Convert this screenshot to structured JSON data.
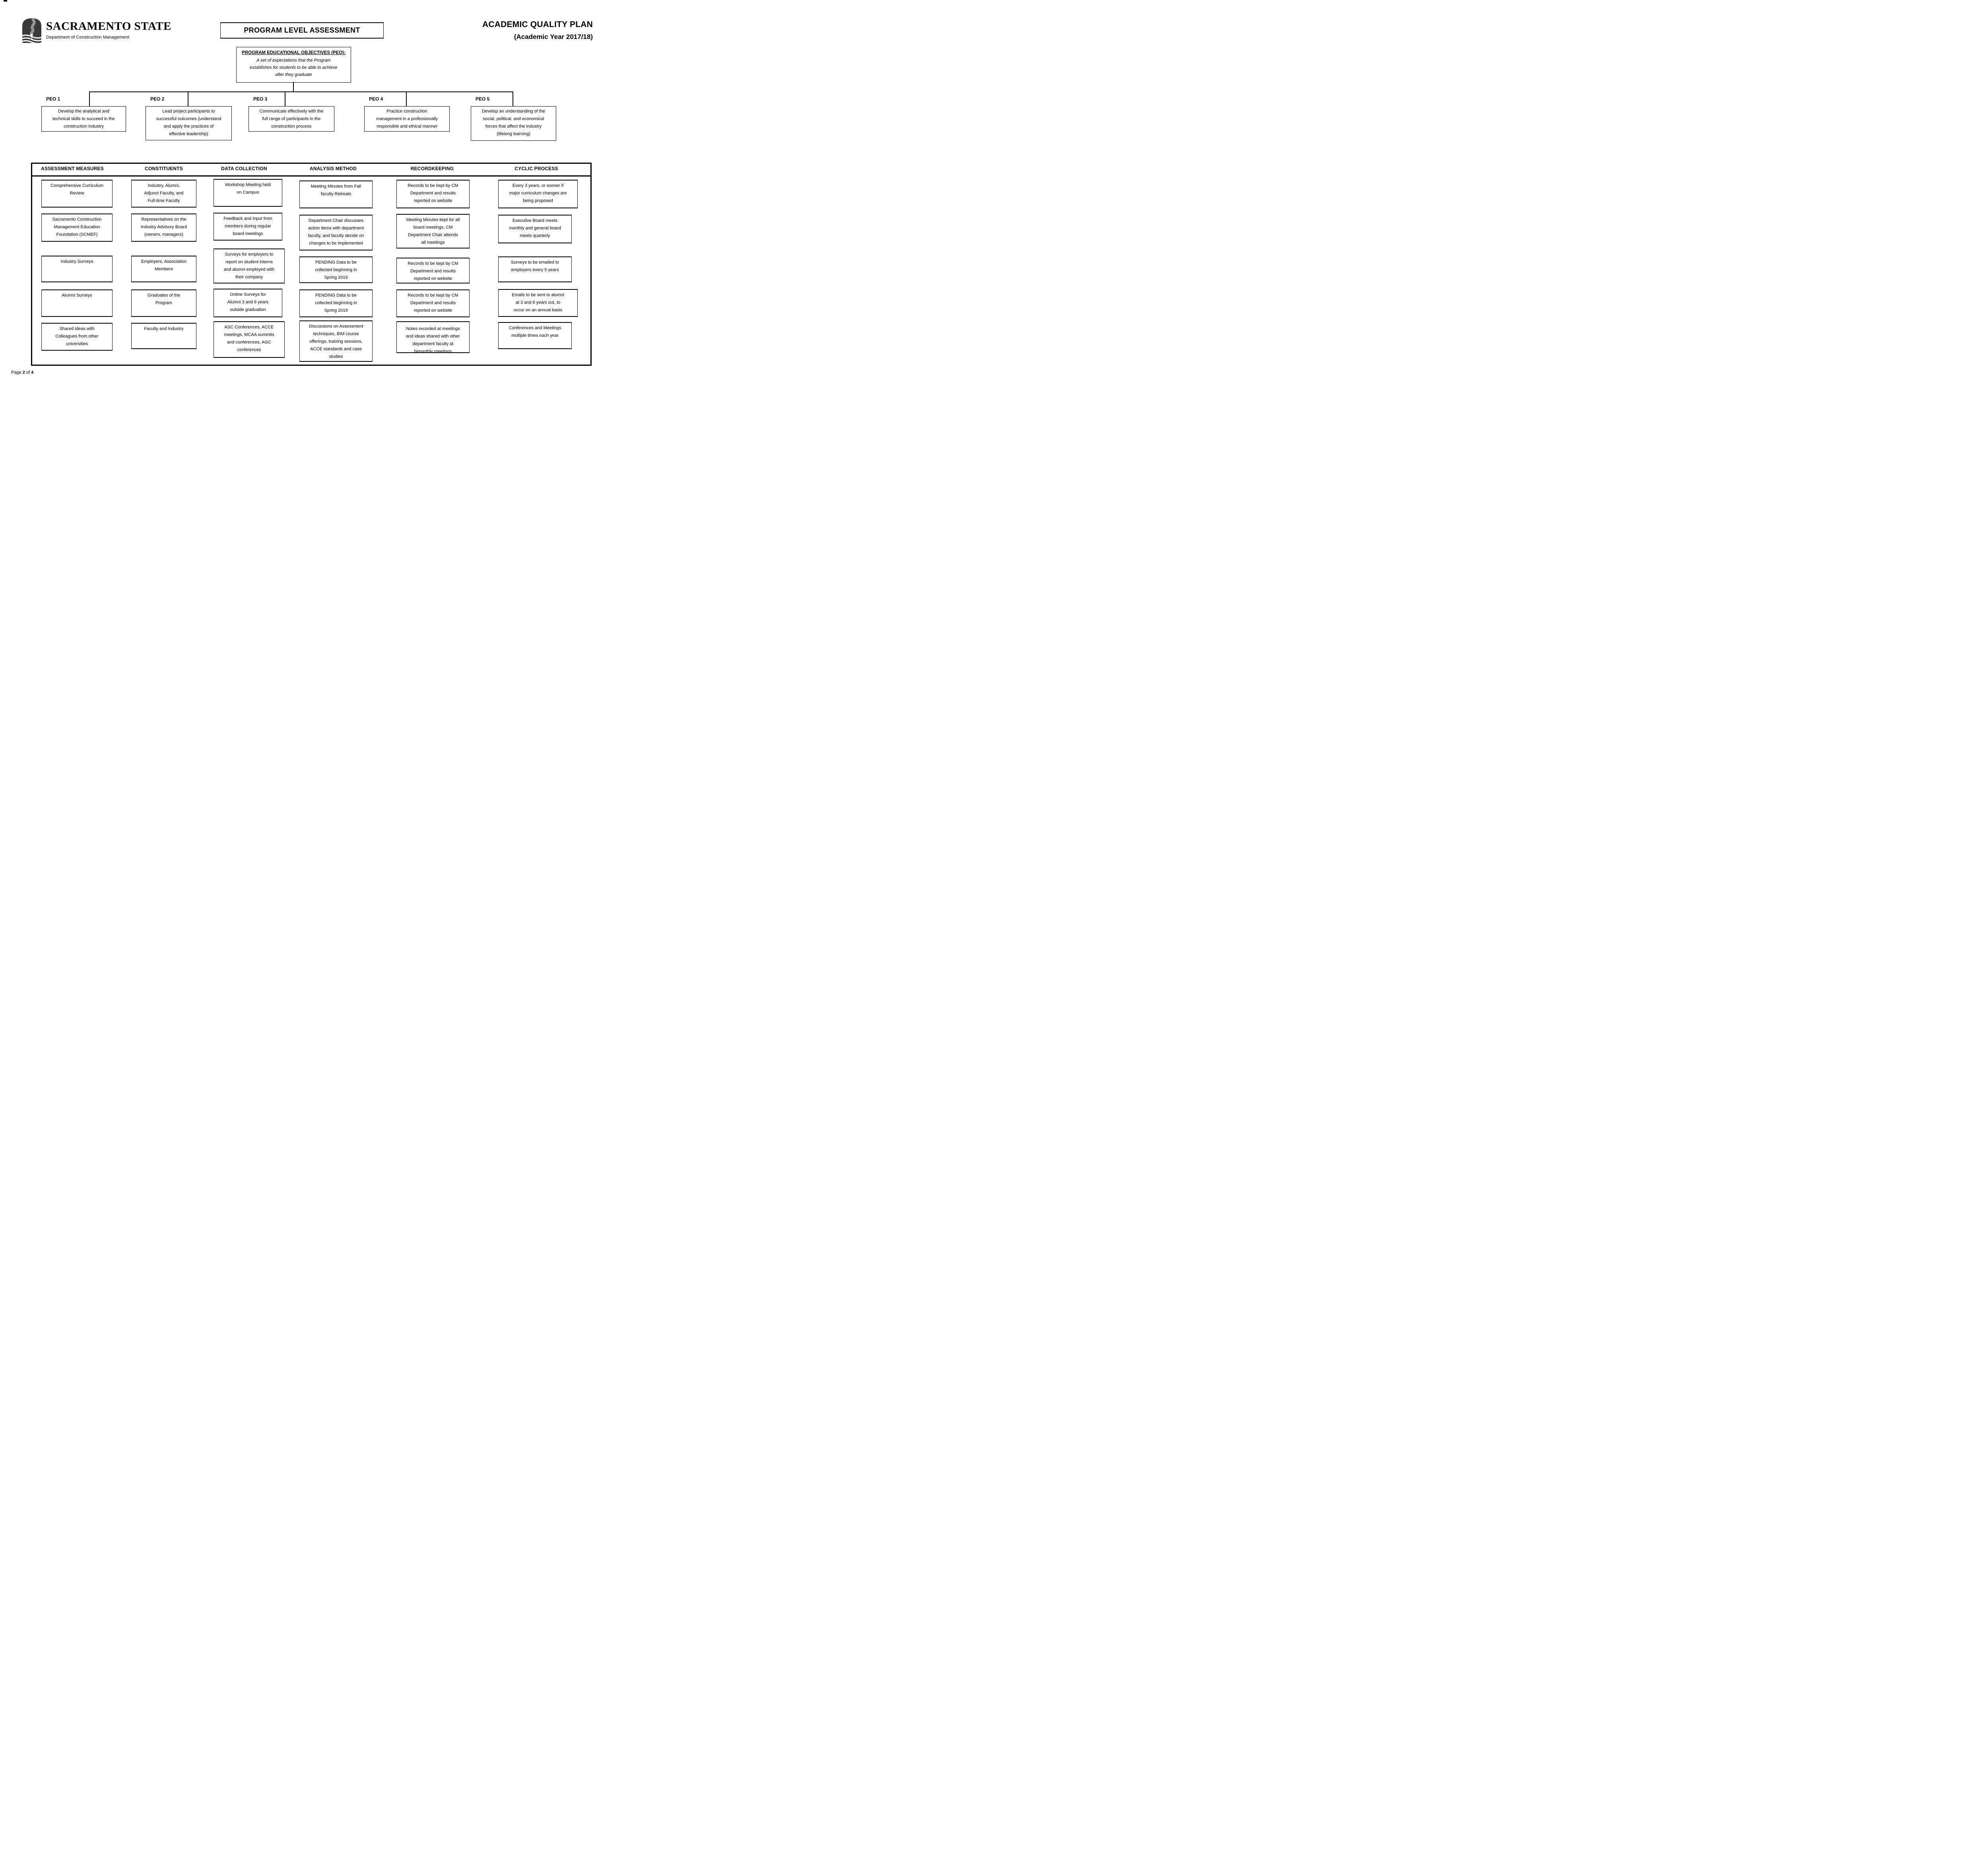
{
  "header": {
    "institution": "SACRAMENTO STATE",
    "department": "Department of Construction Management",
    "title": "PROGRAM LEVEL ASSESSMENT",
    "plan_title": "ACADEMIC QUALITY PLAN",
    "plan_subtitle": "(Academic Year 2017/18)"
  },
  "peo_overview": {
    "title": "PROGRAM EDUCATIONAL OBJECTIVES (PEO):",
    "description": "A set of expectations that the Program\nestablishes for students to be able to achieve\nafter they graduate"
  },
  "peos": [
    {
      "label": "PEO 1",
      "text": "Develop the analytical and\ntechnical skills to succeed in the\nconstruction industry"
    },
    {
      "label": "PEO 2",
      "text": "Lead project participants to\nsuccessful outcomes (understand\nand apply the practices of\neffective leadership)"
    },
    {
      "label": "PEO 3",
      "text": "Communicate effectively with the\nfull range of participants in the\nconstruction process"
    },
    {
      "label": "PEO 4",
      "text": "Practice construction\nmanagement in a professionally\nresponsible and ethical manner"
    },
    {
      "label": "PEO 5",
      "text": "Develop an understanding of the\nsocial, political, and economical\nforces that affect the industry\n(lifelong learning)"
    }
  ],
  "table": {
    "columns": [
      "ASSESSMENT MEASURES",
      "CONSTITUENTS",
      "DATA COLLECTION",
      "ANALYSIS METHOD",
      "RECORDKEEPING",
      "CYCLIC PROCESS"
    ],
    "rows": [
      [
        "Comprehensive Curriculum\nReview",
        "Industry, Alumni,\nAdjunct Faculty, and\nFull-time Faculty",
        "Workshop Meeting held\non Campus",
        "Meeting Minutes from Fall\nfaculty Retreats",
        "Records to be kept by CM\nDepartment and results\nreported on website",
        "Every 3 years, or sooner if\nmajor curriculum changes are\nbeing proposed"
      ],
      [
        "Sacramento Construction\nManagement Education\nFoundation (SCMEF)",
        "Representatives on the\nIndustry Advisory Board\n(owners, managers)",
        "Feedback and Input from\nmembers during regular\nboard meetings",
        "Department Chair discusses\naction items with department\nfaculty, and faculty decide on\nchanges to be implemented",
        "Meeting Minutes kept for all\nboard meetings, CM\nDepartment Chair attends\nall meetings",
        "Executive Board meets\nmonthly and general board\nmeets quarterly"
      ],
      [
        "Industry Surveys",
        "Employers, Association\nMembers",
        "Surveys for employers to\nreport on student interns\nand alumni employed with\ntheir company",
        "PENDING Data to be\ncollected beginning in\nSpring 2019",
        "Records to be kept by CM\nDepartment and results\nreported on website",
        "Surveys to be emailed to\nemployers every 5 years"
      ],
      [
        "Alumni Surveys",
        "Graduates of the\nProgram",
        "Online Surveys for\nAlumni 3 and 6 years\noutside graduation",
        "PENDING Data to be\ncollected beginning in\nSpring 2019",
        "Records to be kept by CM\nDepartment and results\nreported on website",
        "Emails to be sent to alumni\nat 3 and 6 years out, to\noccur on an annual basis"
      ],
      [
        "Shared Ideas with\nColleagues from other\nuniversities",
        "Faculty and Industry",
        "ASC Conferences, ACCE\nmeetings, MCAA summits\nand conferences, AGC\nconferences",
        "Discussions on Assessment\ntechniques, BIM course\nofferings, training sessions,\nACCE standards and case\nstudies",
        "Notes recorded at meetings\nand ideas shared with other\ndepartment faculty at\nbimonthly meetings",
        "Conferences and Meetings\nmultiple times each year"
      ]
    ]
  },
  "footer": {
    "page_label": "Page ",
    "page_number": "2",
    "of_label": " of ",
    "page_total": "4"
  }
}
